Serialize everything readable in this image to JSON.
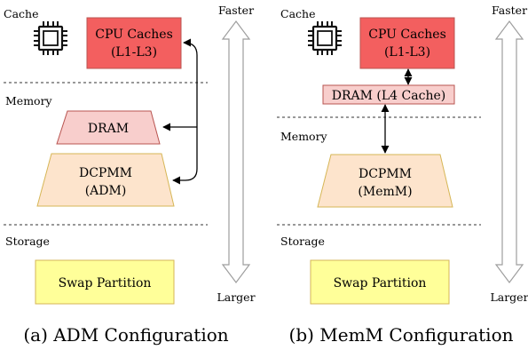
{
  "colors": {
    "cpu_fill": "#f35f5f",
    "cpu_stroke": "#b85450",
    "dram_fill": "#f8cecc",
    "dram_stroke": "#b85450",
    "dcpmm_fill": "#fde4cc",
    "dcpmm_stroke": "#d6b656",
    "swap_fill": "#ffff99",
    "swap_stroke": "#d6b656"
  },
  "icons": {
    "cpu": "cpu-chip-icon"
  },
  "left": {
    "cache_label": "Cache",
    "memory_label": "Memory",
    "storage_label": "Storage",
    "cpu_line1": "CPU Caches",
    "cpu_line2": "(L1-L3)",
    "dram": "DRAM",
    "dcpmm_line1": "DCPMM",
    "dcpmm_line2": "(ADM)",
    "swap": "Swap Partition",
    "faster": "Faster",
    "larger": "Larger",
    "caption": "(a) ADM Configuration"
  },
  "right": {
    "cache_label": "Cache",
    "memory_label": "Memory",
    "storage_label": "Storage",
    "cpu_line1": "CPU Caches",
    "cpu_line2": "(L1-L3)",
    "dram": "DRAM (L4 Cache)",
    "dcpmm_line1": "DCPMM",
    "dcpmm_line2": "(MemM)",
    "swap": "Swap Partition",
    "faster": "Faster",
    "larger": "Larger",
    "caption": "(b) MemM Configuration"
  }
}
